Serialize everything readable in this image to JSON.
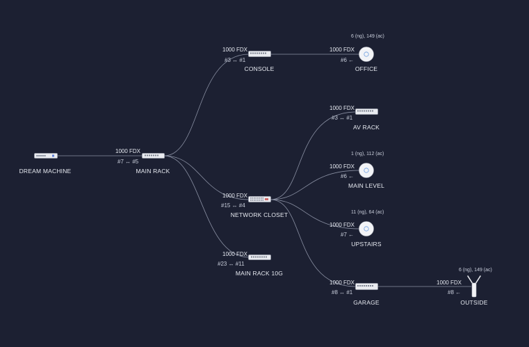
{
  "devices": {
    "dream_machine": {
      "name": "DREAM MACHINE"
    },
    "main_rack": {
      "name": "MAIN RACK",
      "speed": "1000  FDX",
      "ports": "#7  ↔  #5"
    },
    "console": {
      "name": "CONSOLE",
      "speed": "1000  FDX",
      "ports": "#3  ↔  #1"
    },
    "office": {
      "name": "OFFICE",
      "speed": "1000  FDX",
      "ports": "#6  ←",
      "channels": "6 (ng), 149 (ac)"
    },
    "network_closet": {
      "name": "NETWORK CLOSET",
      "speed": "1000  FDX",
      "ports": "#15  ↔  #4"
    },
    "main_rack_10g": {
      "name": "MAIN RACK 10G",
      "speed": "1000  FDX",
      "ports": "#23  ↔  #11"
    },
    "av_rack": {
      "name": "AV RACK",
      "speed": "1000  FDX",
      "ports": "#3  ↔  #1"
    },
    "main_level": {
      "name": "MAIN LEVEL",
      "speed": "1000  FDX",
      "ports": "#6  ←",
      "channels": "1 (ng), 112 (ac)"
    },
    "upstairs": {
      "name": "UPSTAIRS",
      "speed": "1000  FDX",
      "ports": "#7  ←",
      "channels": "11 (ng), 64 (ac)"
    },
    "garage": {
      "name": "GARAGE",
      "speed": "1000  FDX",
      "ports": "#8  ↔  #1"
    },
    "outside": {
      "name": "OUTSIDE",
      "speed": "1000  FDX",
      "ports": "#8  ←",
      "channels": "6 (ng), 149 (ac)"
    }
  },
  "colors": {
    "background": "#1c2032",
    "link": "#8a90a3",
    "device": "#e9ebf0"
  }
}
